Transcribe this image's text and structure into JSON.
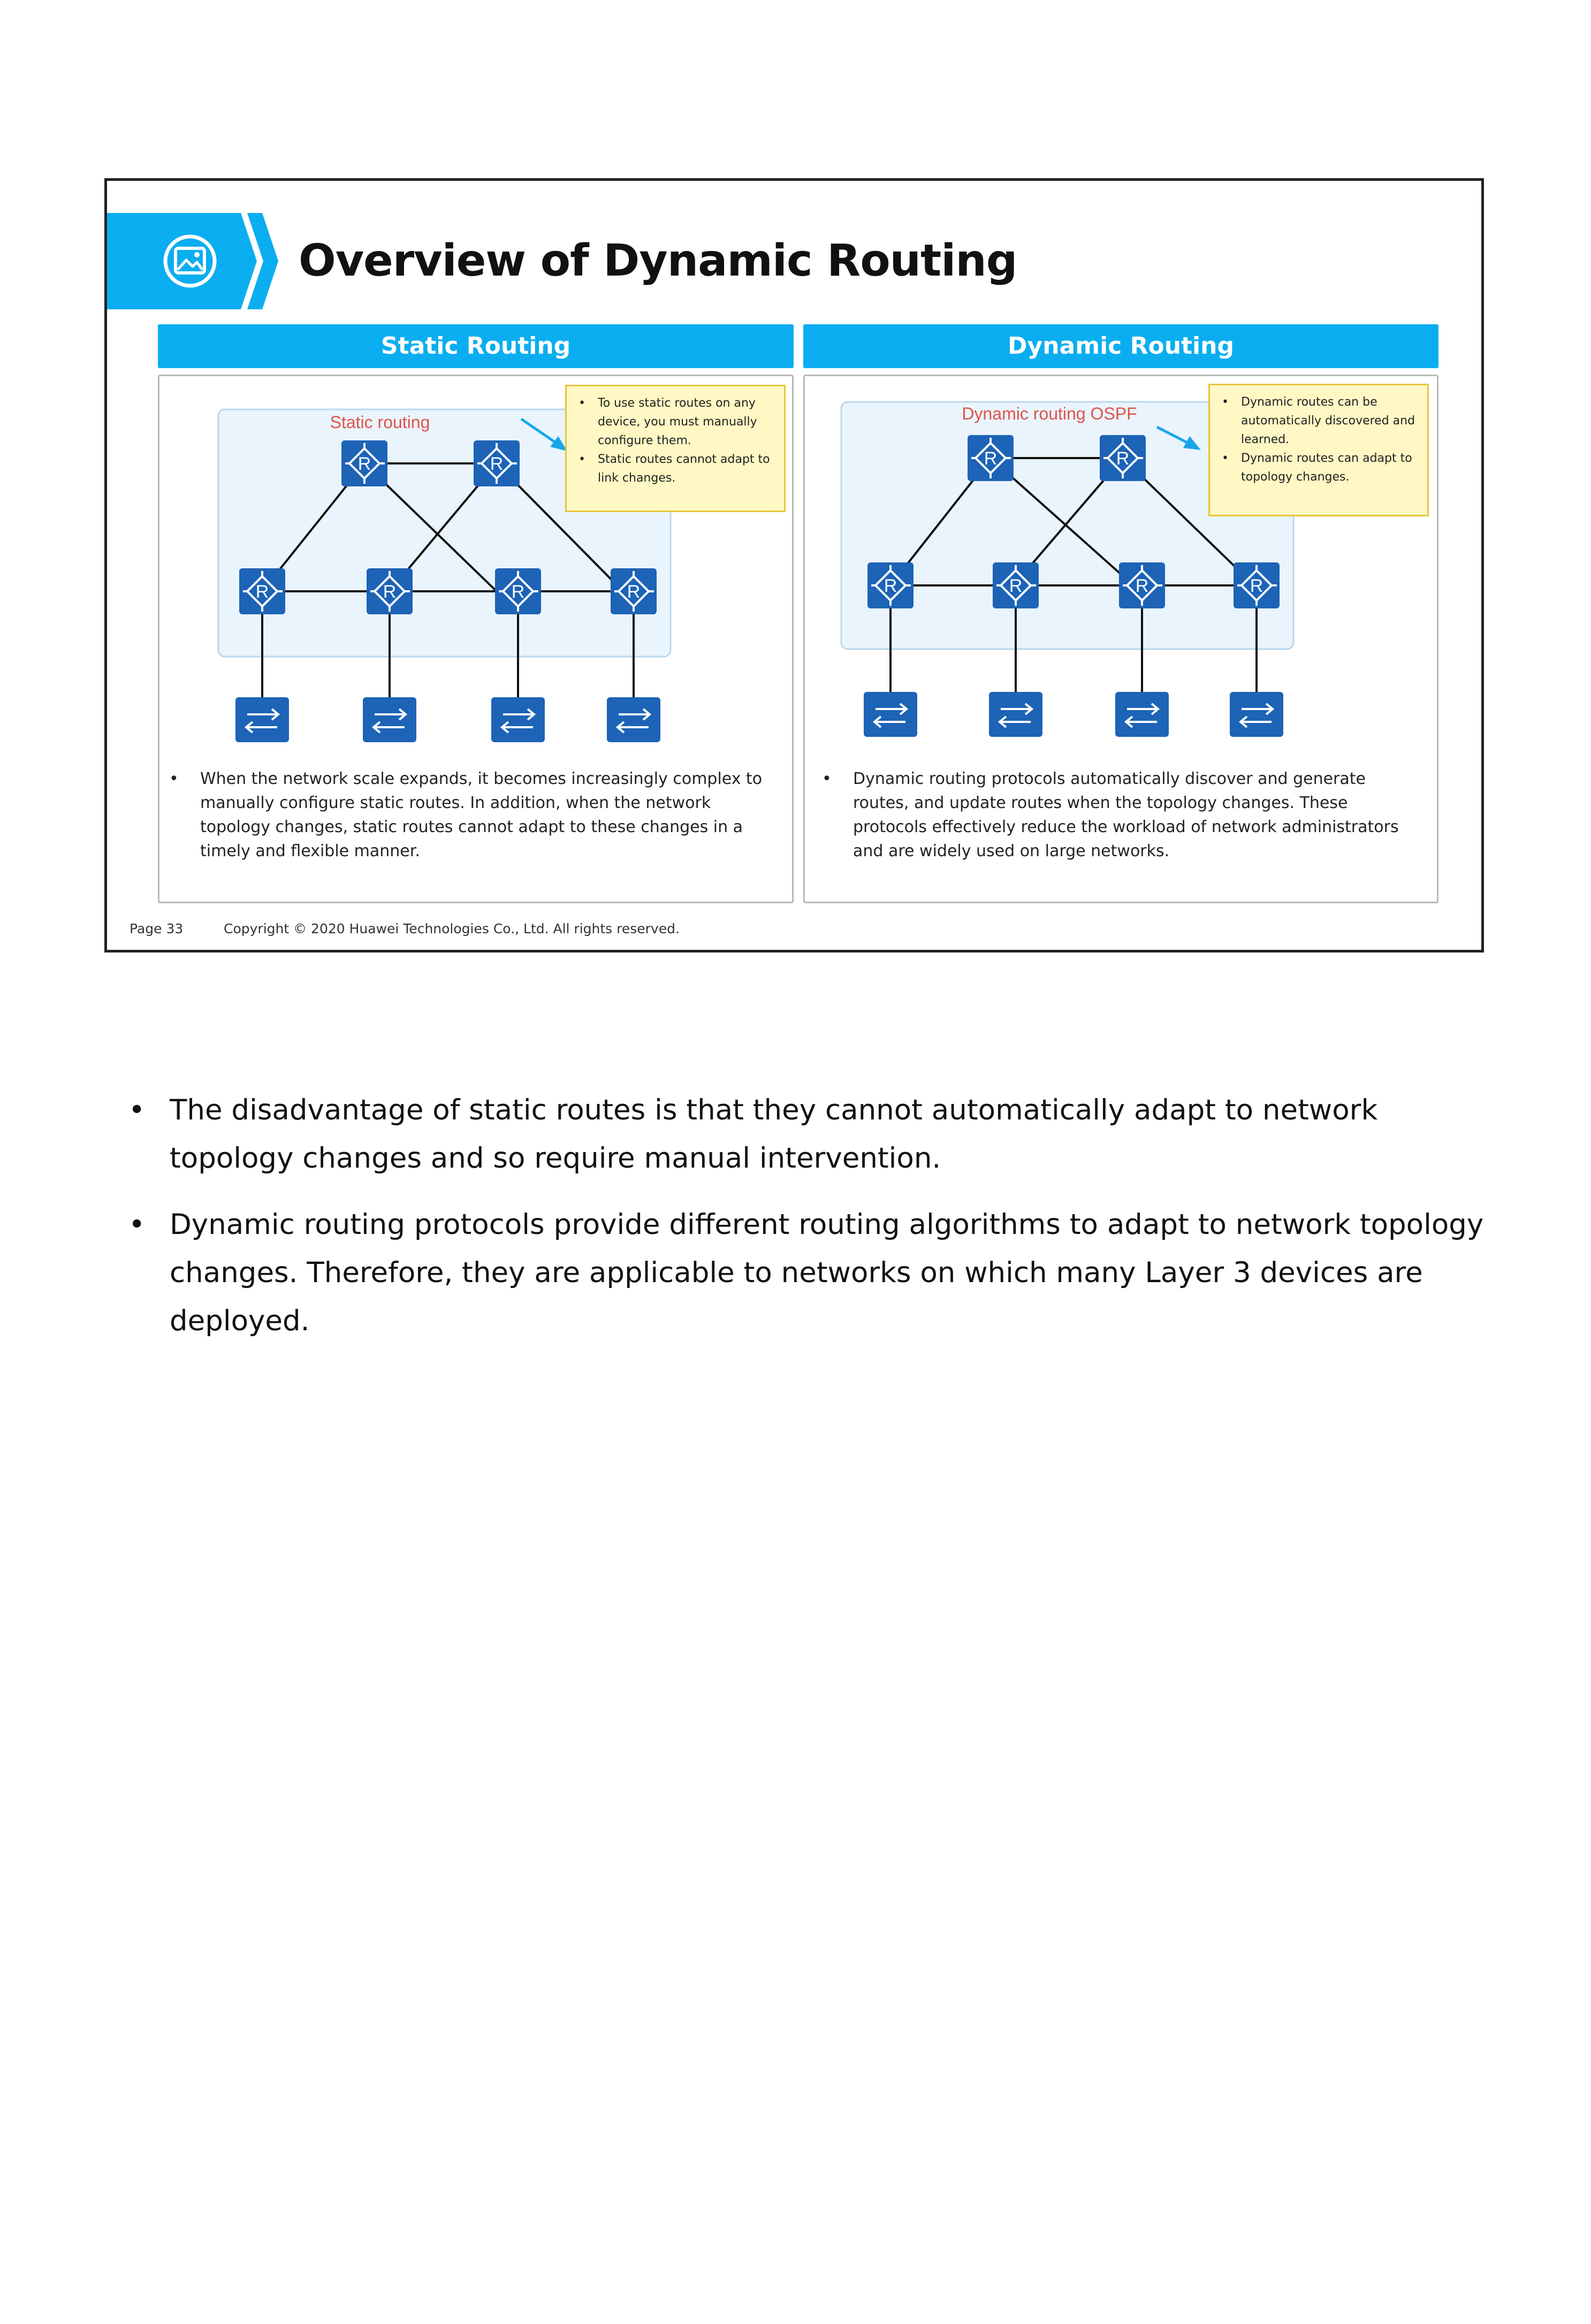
{
  "slide": {
    "title": "Overview of Dynamic Routing",
    "left_panel": {
      "header": "Static Routing",
      "diagram_label": "Static routing",
      "callout": [
        "To use static routes on any device, you must manually configure them.",
        "Static routes cannot adapt to link changes."
      ],
      "description": "When the network scale expands, it becomes increasingly complex to manually configure static routes. In addition, when the network topology changes, static routes cannot adapt to these changes in a timely and flexible manner."
    },
    "right_panel": {
      "header": "Dynamic Routing",
      "diagram_label": "Dynamic routing OSPF",
      "callout": [
        "Dynamic routes can be automatically discovered and learned.",
        "Dynamic routes can adapt to topology changes."
      ],
      "description": "Dynamic routing protocols automatically discover and generate routes, and update routes when the topology changes. These protocols effectively reduce the workload of network administrators and are widely used on large networks."
    },
    "router_letter": "R",
    "footer": {
      "page": "Page 33",
      "copyright": "Copyright © 2020 Huawei Technologies Co., Ltd. All rights reserved."
    }
  },
  "body": {
    "bullet_symbol": "•",
    "items": [
      "The disadvantage of static routes is that they cannot automatically adapt to network topology changes and so require manual intervention.",
      "Dynamic routing protocols provide different routing algorithms to adapt to network topology changes. Therefore, they are applicable to networks on which many Layer 3 devices are deployed."
    ]
  },
  "colors": {
    "accent_blue": "#0aaef0",
    "device_blue": "#1d63b6",
    "label_red": "#e0534c",
    "callout_fill": "#fff8c4",
    "callout_border": "#e8c43c",
    "area_fill": "#eaf4fc",
    "area_border": "#b8d8f0"
  },
  "icons": {
    "title_icon": "image-icon",
    "router_icon": "router-icon",
    "switch_icon": "switch-icon",
    "arrow_icon": "arrow-icon"
  }
}
